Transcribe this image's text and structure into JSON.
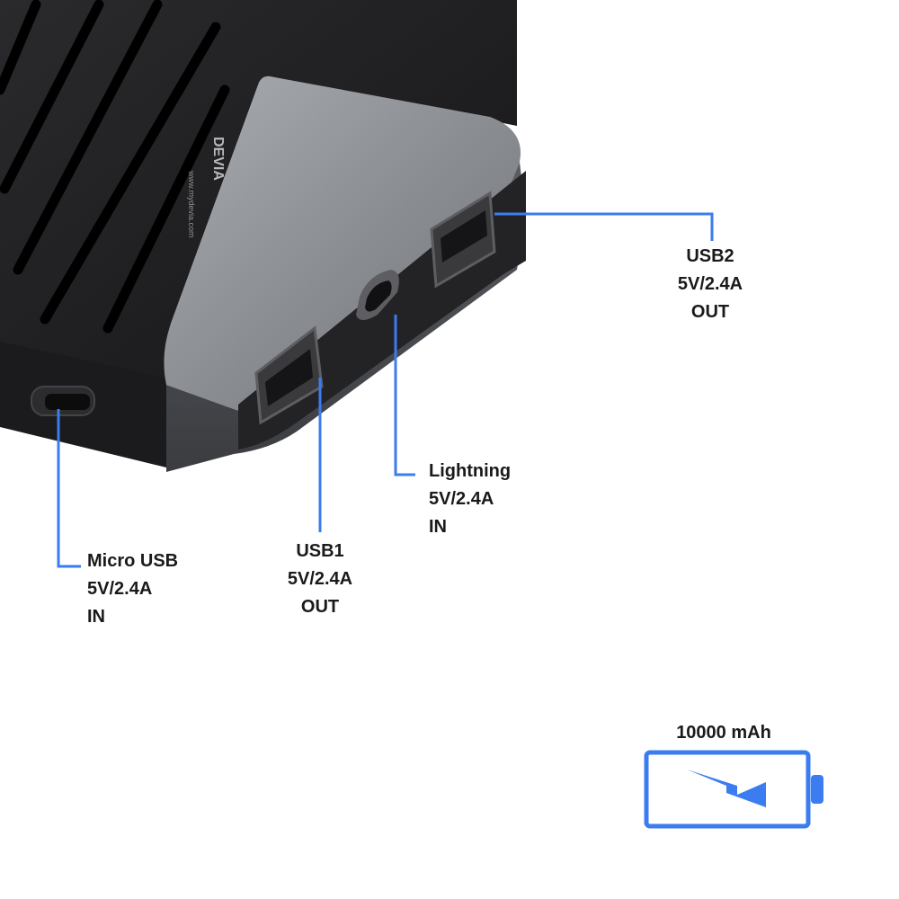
{
  "product": {
    "brand_mark": "DEVIA",
    "brand_url": "www.mydevia.com"
  },
  "ports": {
    "usb2": {
      "name": "USB2",
      "spec": "5V/2.4A",
      "direction": "OUT"
    },
    "lightning": {
      "name": "Lightning",
      "spec": "5V/2.4A",
      "direction": "IN"
    },
    "usb1": {
      "name": "USB1",
      "spec": "5V/2.4A",
      "direction": "OUT"
    },
    "micro_usb": {
      "name": "Micro USB",
      "spec": "5V/2.4A",
      "direction": "IN"
    }
  },
  "battery": {
    "capacity": "10000 mAh",
    "icon": "battery-charging-icon"
  },
  "colors": {
    "callout_line": "#3b7cf0",
    "body_dark": "#1f1f21",
    "body_metal": "#8a8d92",
    "text": "#1a1a1a"
  }
}
